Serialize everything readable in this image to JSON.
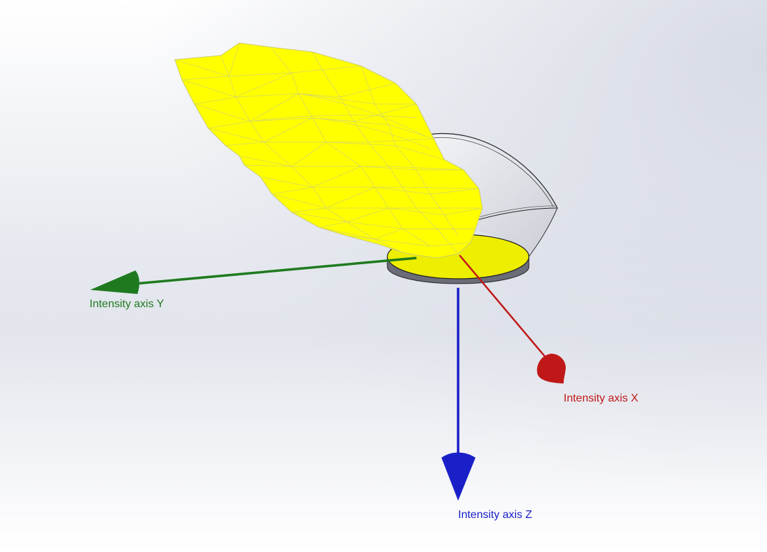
{
  "scene": {
    "background_colors": [
      "#dde1ea",
      "#ffffff",
      "#d8dce5"
    ],
    "lobe_fill": "#ffff00",
    "lobe_mesh_color": "#d8d860",
    "disc_top": "#eeee00",
    "disc_side": "#6a6d78",
    "cover_stroke": "#222222"
  },
  "axes": {
    "y": {
      "label": "Intensity axis Y",
      "color": "#1f7a1f"
    },
    "x": {
      "label": "Intensity axis X",
      "color": "#c01818"
    },
    "z": {
      "label": "Intensity axis Z",
      "color": "#1a20c8"
    }
  }
}
